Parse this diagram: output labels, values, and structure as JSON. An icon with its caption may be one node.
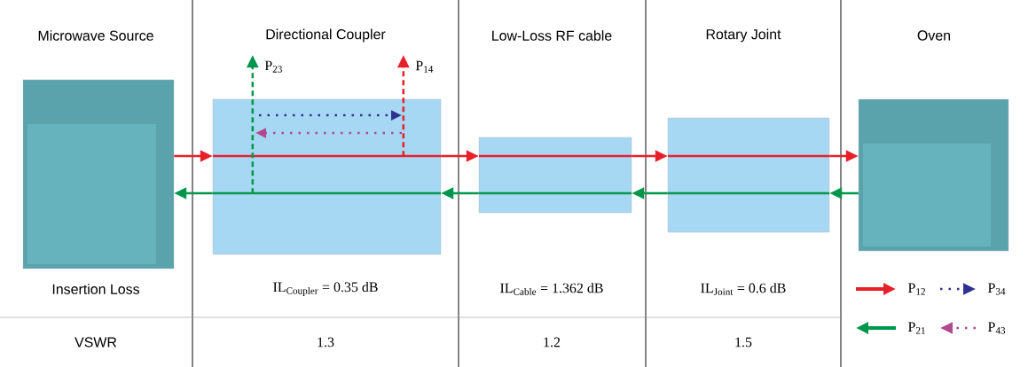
{
  "diagram": {
    "nodes": [
      {
        "text": [],
        "shape": "box"
      },
      {
        "text": [],
        "shape": "box"
      },
      {
        "text": [],
        "shape": "box"
      },
      {
        "text": [],
        "shape": "box"
      },
      {
        "text": [],
        "shape": "box"
      }
    ],
    "edges": [
      {
        "from": 0,
        "to": 1,
        "arrow": "to",
        "color": "#e8202a"
      },
      {
        "from": 1,
        "to": 2,
        "arrow": "to",
        "color": "#e8202a"
      },
      {
        "from": 2,
        "to": 3,
        "arrow": "to",
        "color": "#e8202a"
      },
      {
        "from": 3,
        "to": 4,
        "arrow": "to",
        "color": "#e8202a"
      },
      {
        "from": 4,
        "to": 3,
        "arrow": "to",
        "color": "#00964b"
      },
      {
        "from": 3,
        "to": 2,
        "arrow": "to",
        "color": "#00964b"
      },
      {
        "from": 2,
        "to": 1,
        "arrow": "to",
        "color": "#00964b"
      },
      {
        "from": 1,
        "to": 0,
        "arrow": "to",
        "color": "#00964b"
      },
      {
        "from": 1,
        "to": null,
        "arrow": "to",
        "style": "dashed",
        "color": "#00964b",
        "label": "P$_{23}$"
      },
      {
        "from": 1,
        "to": null,
        "arrow": "to",
        "style": "dashed",
        "color": "#e8202a",
        "label": "P$_{14}$"
      }
    ],
    "labels": [
      "Microwave Source",
      "Directional Coupler",
      "Low-Loss RF cable",
      "Rotary Joint",
      "Oven",
      "Insertion Loss",
      "IL$_{Coupler}$ = 0.35 dB",
      "IL$_{Cable}$ = 1.362 dB",
      "IL$_{Joint}$ = 0.6 dB",
      "VSWR",
      "1.3",
      "1.2",
      "1.5"
    ],
    "legend": [
      {
        "text": "P$_{12}$"
      },
      {
        "text": "P$_{34}$"
      },
      {
        "text": "P$_{21}$"
      },
      {
        "text": "P$_{43}$"
      }
    ]
  }
}
